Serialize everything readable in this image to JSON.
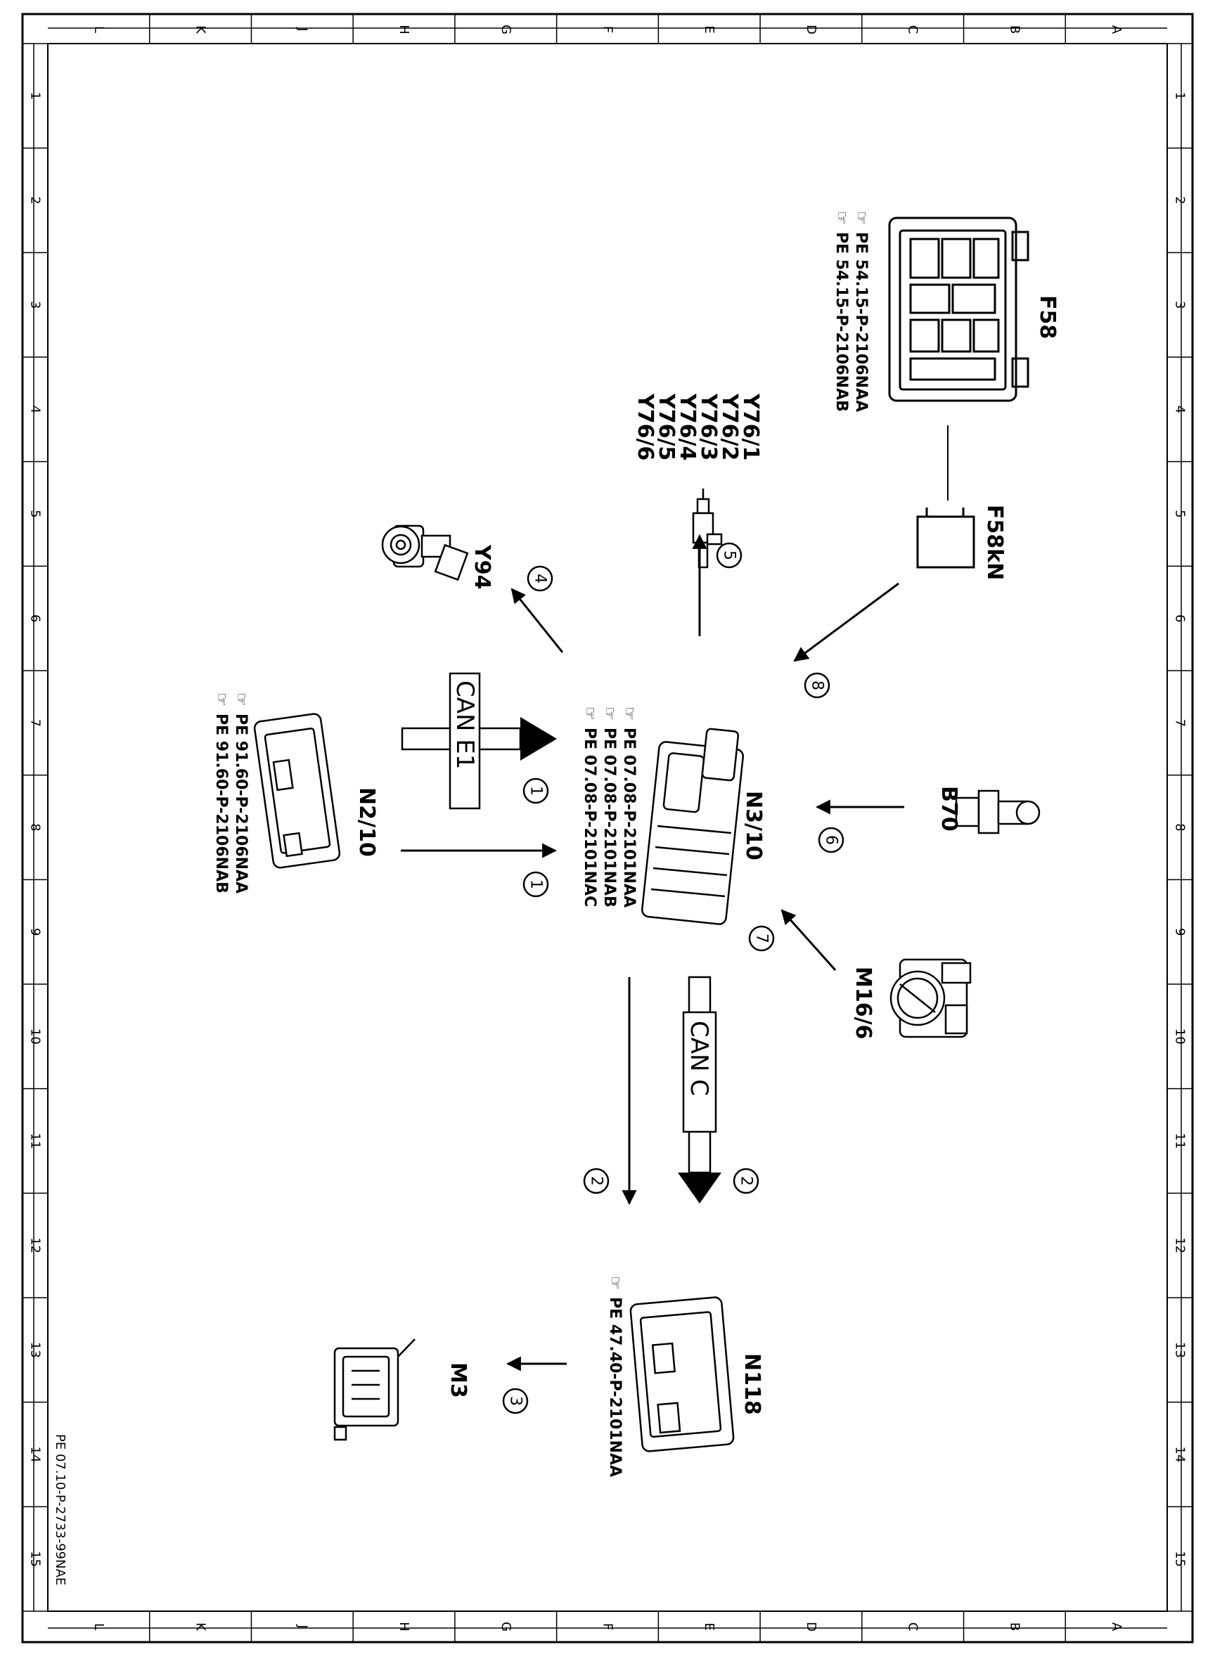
{
  "frame": {
    "letters": [
      "L",
      "K",
      "J",
      "H",
      "G",
      "F",
      "E",
      "D",
      "C",
      "B",
      "A"
    ],
    "numbers": [
      "1",
      "2",
      "3",
      "4",
      "5",
      "6",
      "7",
      "8",
      "9",
      "10",
      "11",
      "12",
      "13",
      "14",
      "15"
    ]
  },
  "document_code": "PE 07.10-P-2733-99NAE",
  "components": {
    "F58": {
      "label": "F58",
      "refs": [
        "PE 54.15-P-2106NAA",
        "PE 54.15-P-2106NAB"
      ]
    },
    "F58kN": {
      "label": "F58kN"
    },
    "Y76": {
      "labels": [
        "Y76/1",
        "Y76/2",
        "Y76/3",
        "Y76/4",
        "Y76/5",
        "Y76/6"
      ]
    },
    "Y94": {
      "label": "Y94"
    },
    "N3_10": {
      "label": "N3/10",
      "refs": [
        "PE 07.08-P-2101NAA",
        "PE 07.08-P-2101NAB",
        "PE 07.08-P-2101NAC"
      ]
    },
    "N2_10": {
      "label": "N2/10",
      "refs": [
        "PE 91.60-P-2106NAA",
        "PE 91.60-P-2106NAB"
      ]
    },
    "B70": {
      "label": "B70"
    },
    "M16_6": {
      "label": "M16/6"
    },
    "N118": {
      "label": "N118",
      "refs": [
        "PE 47.40-P-2101NAA"
      ]
    },
    "M3": {
      "label": "M3"
    }
  },
  "buses": {
    "can_e1": "CAN E1",
    "can_c": "CAN C"
  },
  "signals": {
    "s1a": "1",
    "s1b": "1",
    "s2a": "2",
    "s2b": "2",
    "s3": "3",
    "s4": "4",
    "s5": "5",
    "s6": "6",
    "s7": "7",
    "s8": "8"
  }
}
